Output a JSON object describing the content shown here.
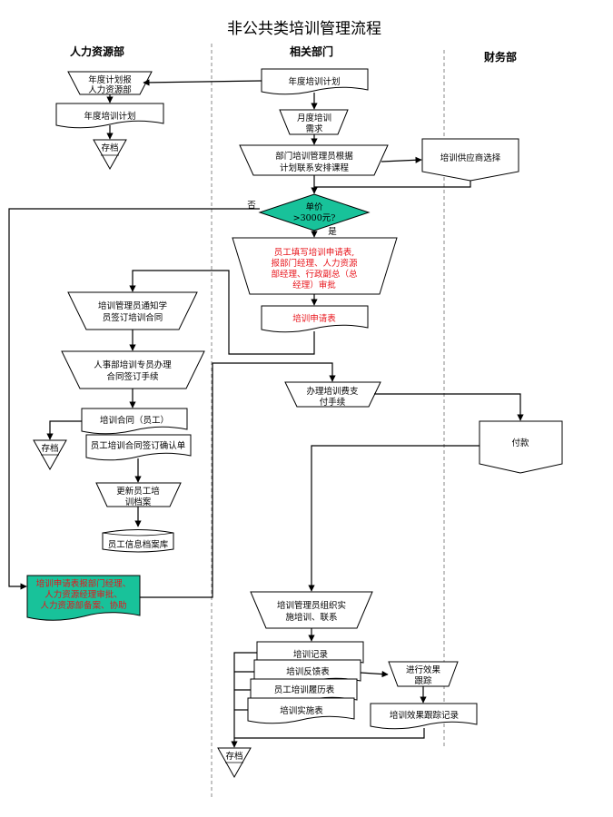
{
  "title": "非公共类培训管理流程",
  "lanes": {
    "hr": "人力资源部",
    "related": "相关部门",
    "finance": "财务部"
  },
  "nodes": {
    "annual_report": [
      "年度计划报",
      "人力资源部"
    ],
    "annual_plan_hr": [
      "年度培训计划"
    ],
    "archive_1": [
      "存档"
    ],
    "annual_plan_dept": [
      "年度培训计划"
    ],
    "monthly_need": [
      "月度培训",
      "需求"
    ],
    "dept_arrange": [
      "部门培训管理员根据",
      "计划联系安排课程"
    ],
    "supplier_select": [
      "培训供应商选择"
    ],
    "price_check": [
      "单价",
      ">3000元?"
    ],
    "label_no": "否",
    "label_yes": "是",
    "employee_apply": [
      "员工填写培训申请表,",
      "报部门经理、人力资源",
      "部经理、行政副总（总",
      "经理）审批"
    ],
    "apply_form": [
      "培训申请表"
    ],
    "notify_sign": [
      "培训管理员通知学",
      "员签订培训合同"
    ],
    "contract_process": [
      "人事部培训专员办理",
      "合同签订手续"
    ],
    "contract_employee": [
      "培训合同（员工）"
    ],
    "archive_2": [
      "存档"
    ],
    "contract_confirm": [
      "员工培训合同签订确认单"
    ],
    "update_archive": [
      "更新员工培",
      "训档案"
    ],
    "employee_db": [
      "员工信息档案库"
    ],
    "green_note": [
      "培训申请表报部门经理、",
      "人力资源经理审批、",
      "人力资源部备案、协助"
    ],
    "fee_process": [
      "办理培训费支",
      "付手续"
    ],
    "payment": [
      "付款"
    ],
    "organize": [
      "培训管理员组织实",
      "施培训、联系"
    ],
    "training_record": [
      "培训记录"
    ],
    "feedback_form": [
      "培训反馈表"
    ],
    "resume": [
      "员工培训履历表"
    ],
    "implement_form": [
      "培训实施表"
    ],
    "effect_track": [
      "进行效果",
      "跟踪"
    ],
    "effect_record": [
      "培训效果跟踪记录"
    ],
    "archive_3": [
      "存档"
    ]
  }
}
